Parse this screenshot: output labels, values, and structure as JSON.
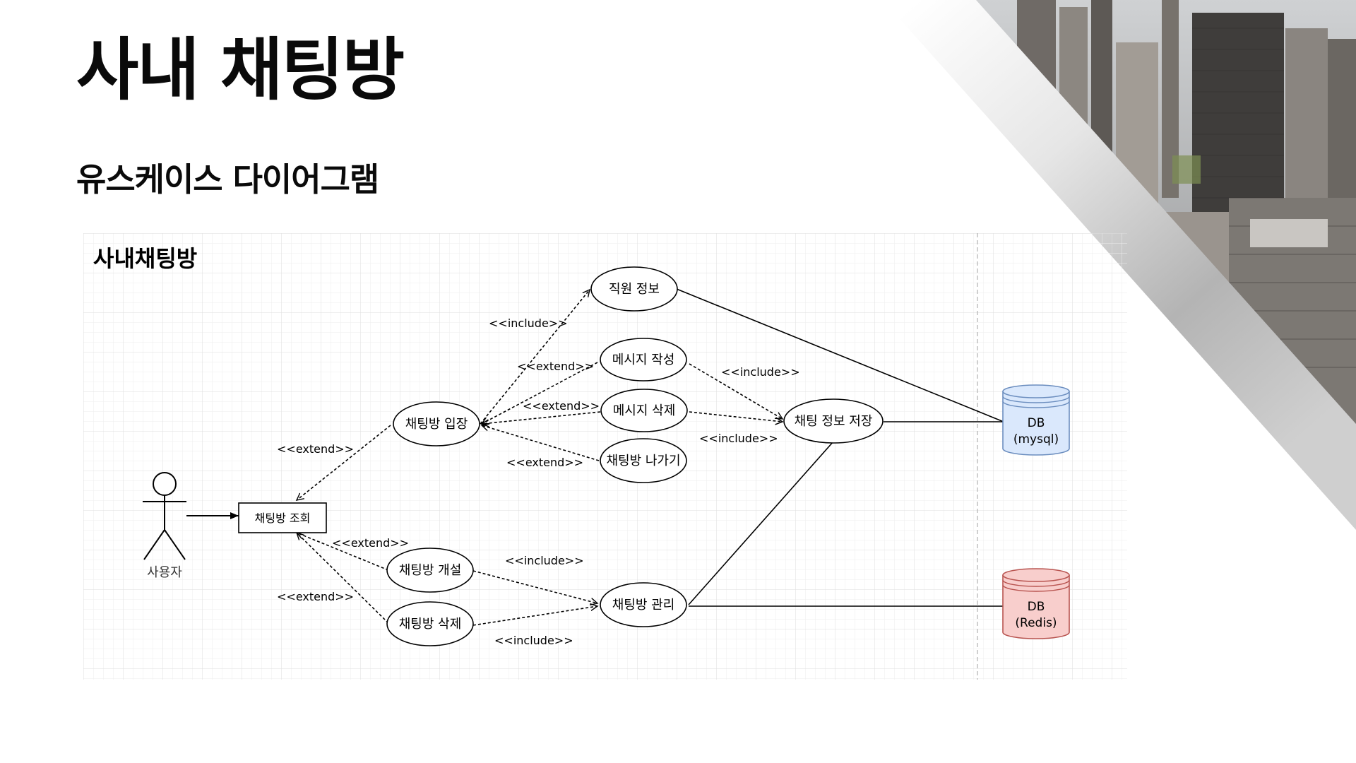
{
  "slide": {
    "title": "사내 채팅방",
    "subtitle": "유스케이스 다이어그램"
  },
  "diagram": {
    "system_name": "사내채팅방",
    "actor": {
      "label": "사용자"
    },
    "nodes": {
      "chatroom_view": "채팅방 조회",
      "chatroom_enter": "채팅방 입장",
      "employee_info": "직원 정보",
      "message_write": "메시지 작성",
      "message_delete": "메시지 삭제",
      "chatroom_leave": "채팅방 나가기",
      "chat_info_save": "채팅 정보 저장",
      "chatroom_create": "채팅방 개설",
      "chatroom_remove": "채팅방 삭제",
      "chatroom_manage": "채팅방 관리"
    },
    "databases": {
      "mysql": {
        "line1": "DB",
        "line2": "(mysql)"
      },
      "redis": {
        "line1": "DB",
        "line2": "(Redis)"
      }
    },
    "relation_labels": {
      "include_employee": "<<include>>",
      "extend_write": "<<extend>>",
      "extend_delete": "<<extend>>",
      "extend_leave": "<<extend>>",
      "extend_enter": "<<extend>>",
      "include_write_save": "<<include>>",
      "include_delete_save": "<<include>>",
      "extend_create": "<<extend>>",
      "extend_remove": "<<extend>>",
      "include_create_manage": "<<include>>",
      "include_remove_manage": "<<include>>"
    },
    "colors": {
      "mysql_fill": "#dae8fc",
      "mysql_stroke": "#6c8ebf",
      "redis_fill": "#f8cecc",
      "redis_stroke": "#b85450"
    }
  }
}
